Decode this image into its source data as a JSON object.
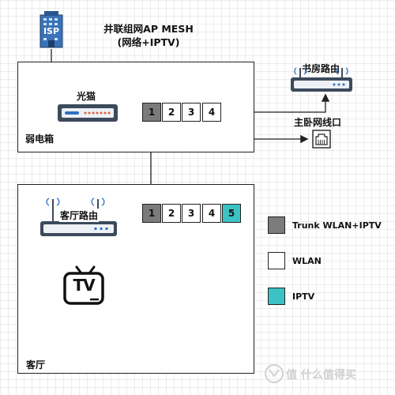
{
  "title": {
    "line1": "井联组网AP MESH",
    "line2": "(网络+IPTV)"
  },
  "isp_label": "ISP",
  "rooms": {
    "weak_box": "弱电箱",
    "living_room": "客厅"
  },
  "devices": {
    "modem": "光猫",
    "study_router": "书房路由",
    "living_router": "客厅路由",
    "bedroom_port": "主卧网线口"
  },
  "switch_top": {
    "ports": [
      "1",
      "2",
      "3",
      "4"
    ]
  },
  "switch_bottom": {
    "ports": [
      "1",
      "2",
      "3",
      "4",
      "5"
    ]
  },
  "legend": {
    "trunk": "Trunk WLAN+IPTV",
    "wlan": "WLAN",
    "iptv": "IPTV"
  },
  "tv_label": "TV",
  "watermark": "值 什么值得买",
  "colors": {
    "trunk": "#7b7b7b",
    "wlan": "#ffffff",
    "iptv": "#3cc2c4",
    "line": "#222222"
  }
}
